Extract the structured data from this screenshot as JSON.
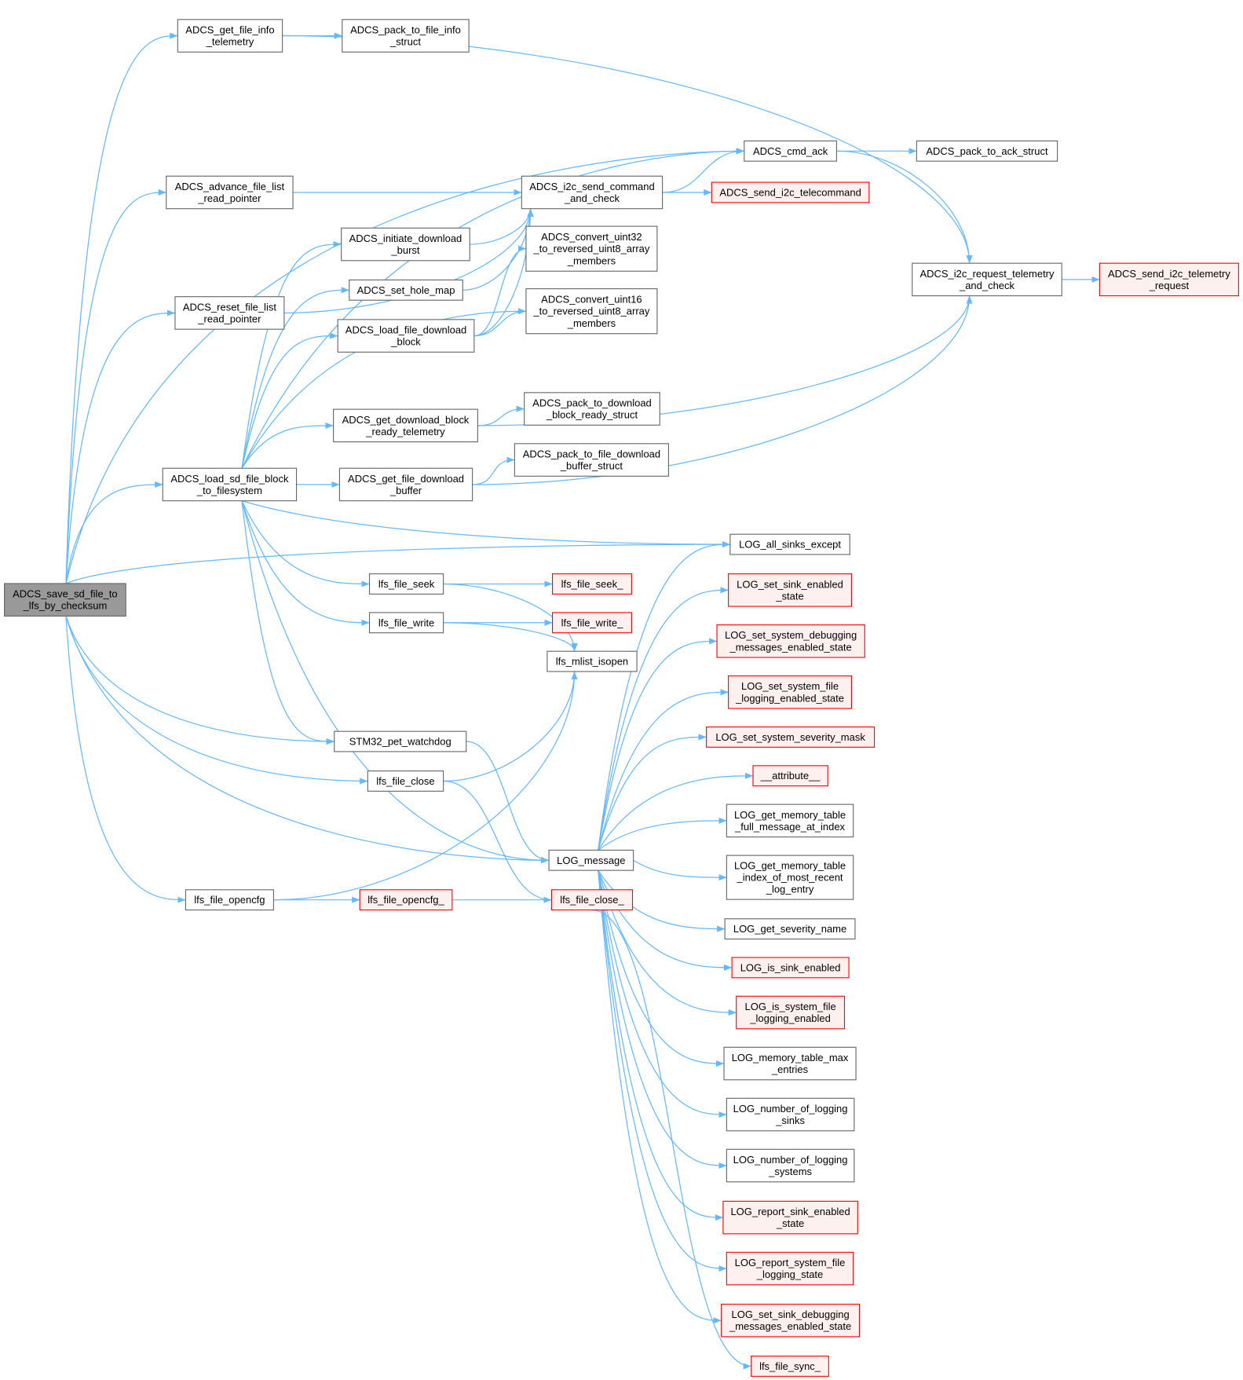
{
  "graph": {
    "colors": {
      "edge": "#63b8ff",
      "root_fill": "#999999",
      "root_stroke": "#666666",
      "normal_fill": "#ffffff",
      "normal_stroke": "#666666",
      "red_fill": "#fff0f0",
      "red_stroke": "#ff0000"
    },
    "nodes": [
      {
        "id": "n0",
        "label": "ADCS_save_sd_file_to\n_lfs_by_checksum",
        "style": "root"
      },
      {
        "id": "n1",
        "label": "ADCS_get_file_info\n_telemetry",
        "style": "normal"
      },
      {
        "id": "n2",
        "label": "ADCS_pack_to_file_info\n_struct",
        "style": "normal"
      },
      {
        "id": "n3",
        "label": "ADCS_cmd_ack",
        "style": "normal"
      },
      {
        "id": "n4",
        "label": "ADCS_pack_to_ack_struct",
        "style": "normal"
      },
      {
        "id": "n5",
        "label": "ADCS_advance_file_list\n_read_pointer",
        "style": "normal"
      },
      {
        "id": "n6",
        "label": "ADCS_i2c_send_command\n_and_check",
        "style": "normal"
      },
      {
        "id": "n7",
        "label": "ADCS_send_i2c_telecommand",
        "style": "red"
      },
      {
        "id": "n8",
        "label": "ADCS_initiate_download\n_burst",
        "style": "normal"
      },
      {
        "id": "n9",
        "label": "ADCS_convert_uint32\n_to_reversed_uint8_array\n_members",
        "style": "normal"
      },
      {
        "id": "n10",
        "label": "ADCS_set_hole_map",
        "style": "normal"
      },
      {
        "id": "n11",
        "label": "ADCS_i2c_request_telemetry\n_and_check",
        "style": "normal"
      },
      {
        "id": "n12",
        "label": "ADCS_send_i2c_telemetry\n_request",
        "style": "red"
      },
      {
        "id": "n13",
        "label": "ADCS_reset_file_list\n_read_pointer",
        "style": "normal"
      },
      {
        "id": "n14",
        "label": "ADCS_load_file_download\n_block",
        "style": "normal"
      },
      {
        "id": "n15",
        "label": "ADCS_convert_uint16\n_to_reversed_uint8_array\n_members",
        "style": "normal"
      },
      {
        "id": "n16",
        "label": "ADCS_pack_to_download\n_block_ready_struct",
        "style": "normal"
      },
      {
        "id": "n17",
        "label": "ADCS_get_download_block\n_ready_telemetry",
        "style": "normal"
      },
      {
        "id": "n18",
        "label": "ADCS_load_sd_file_block\n_to_filesystem",
        "style": "normal"
      },
      {
        "id": "n19",
        "label": "ADCS_get_file_download\n_buffer",
        "style": "normal"
      },
      {
        "id": "n20",
        "label": "ADCS_pack_to_file_download\n_buffer_struct",
        "style": "normal"
      },
      {
        "id": "n21",
        "label": "LOG_all_sinks_except",
        "style": "normal"
      },
      {
        "id": "n22",
        "label": "lfs_file_seek",
        "style": "normal"
      },
      {
        "id": "n23",
        "label": "lfs_file_seek_",
        "style": "red"
      },
      {
        "id": "n24",
        "label": "LOG_set_sink_enabled\n_state",
        "style": "red"
      },
      {
        "id": "n25",
        "label": "lfs_file_write",
        "style": "normal"
      },
      {
        "id": "n26",
        "label": "lfs_file_write_",
        "style": "red"
      },
      {
        "id": "n27",
        "label": "LOG_set_system_debugging\n_messages_enabled_state",
        "style": "red"
      },
      {
        "id": "n28",
        "label": "lfs_mlist_isopen",
        "style": "normal"
      },
      {
        "id": "n29",
        "label": "LOG_set_system_file\n_logging_enabled_state",
        "style": "red"
      },
      {
        "id": "n30",
        "label": "STM32_pet_watchdog",
        "style": "normal"
      },
      {
        "id": "n31",
        "label": "LOG_set_system_severity_mask",
        "style": "red"
      },
      {
        "id": "n32",
        "label": "lfs_file_close",
        "style": "normal"
      },
      {
        "id": "n33",
        "label": "__attribute__",
        "style": "red"
      },
      {
        "id": "n34",
        "label": "LOG_get_memory_table\n_full_message_at_index",
        "style": "normal"
      },
      {
        "id": "n35",
        "label": "LOG_message",
        "style": "normal"
      },
      {
        "id": "n36",
        "label": "LOG_get_memory_table\n_index_of_most_recent\n_log_entry",
        "style": "normal"
      },
      {
        "id": "n37",
        "label": "lfs_file_opencfg",
        "style": "normal"
      },
      {
        "id": "n38",
        "label": "lfs_file_opencfg_",
        "style": "red"
      },
      {
        "id": "n39",
        "label": "lfs_file_close_",
        "style": "red"
      },
      {
        "id": "n40",
        "label": "LOG_get_severity_name",
        "style": "normal"
      },
      {
        "id": "n41",
        "label": "LOG_is_sink_enabled",
        "style": "red"
      },
      {
        "id": "n42",
        "label": "LOG_is_system_file\n_logging_enabled",
        "style": "red"
      },
      {
        "id": "n43",
        "label": "LOG_memory_table_max\n_entries",
        "style": "normal"
      },
      {
        "id": "n44",
        "label": "LOG_number_of_logging\n_sinks",
        "style": "normal"
      },
      {
        "id": "n45",
        "label": "LOG_number_of_logging\n_systems",
        "style": "normal"
      },
      {
        "id": "n46",
        "label": "LOG_report_sink_enabled\n_state",
        "style": "red"
      },
      {
        "id": "n47",
        "label": "LOG_report_system_file\n_logging_state",
        "style": "red"
      },
      {
        "id": "n48",
        "label": "LOG_set_sink_debugging\n_messages_enabled_state",
        "style": "red"
      },
      {
        "id": "n49",
        "label": "lfs_file_sync_",
        "style": "red"
      }
    ],
    "edges": [
      [
        0,
        1
      ],
      [
        0,
        3
      ],
      [
        0,
        5
      ],
      [
        0,
        13
      ],
      [
        0,
        18
      ],
      [
        0,
        21
      ],
      [
        0,
        30
      ],
      [
        0,
        32
      ],
      [
        0,
        35
      ],
      [
        0,
        37
      ],
      [
        1,
        2
      ],
      [
        1,
        11
      ],
      [
        3,
        4
      ],
      [
        3,
        11
      ],
      [
        5,
        6
      ],
      [
        6,
        3
      ],
      [
        6,
        7
      ],
      [
        8,
        6
      ],
      [
        10,
        6
      ],
      [
        13,
        6
      ],
      [
        14,
        6
      ],
      [
        14,
        9
      ],
      [
        14,
        15
      ],
      [
        17,
        16
      ],
      [
        17,
        11
      ],
      [
        19,
        20
      ],
      [
        19,
        11
      ],
      [
        11,
        12
      ],
      [
        18,
        3
      ],
      [
        18,
        8
      ],
      [
        18,
        10
      ],
      [
        18,
        14
      ],
      [
        18,
        15
      ],
      [
        18,
        17
      ],
      [
        18,
        19
      ],
      [
        18,
        21
      ],
      [
        18,
        22
      ],
      [
        18,
        25
      ],
      [
        18,
        30
      ],
      [
        18,
        35
      ],
      [
        22,
        23
      ],
      [
        22,
        28
      ],
      [
        25,
        26
      ],
      [
        25,
        28
      ],
      [
        30,
        35
      ],
      [
        32,
        28
      ],
      [
        32,
        39
      ],
      [
        37,
        28
      ],
      [
        37,
        38
      ],
      [
        38,
        39
      ],
      [
        39,
        49
      ],
      [
        35,
        21
      ],
      [
        35,
        24
      ],
      [
        35,
        27
      ],
      [
        35,
        29
      ],
      [
        35,
        31
      ],
      [
        35,
        33
      ],
      [
        35,
        34
      ],
      [
        35,
        36
      ],
      [
        35,
        40
      ],
      [
        35,
        41
      ],
      [
        35,
        42
      ],
      [
        35,
        43
      ],
      [
        35,
        44
      ],
      [
        35,
        45
      ],
      [
        35,
        46
      ],
      [
        35,
        47
      ],
      [
        35,
        48
      ]
    ]
  }
}
